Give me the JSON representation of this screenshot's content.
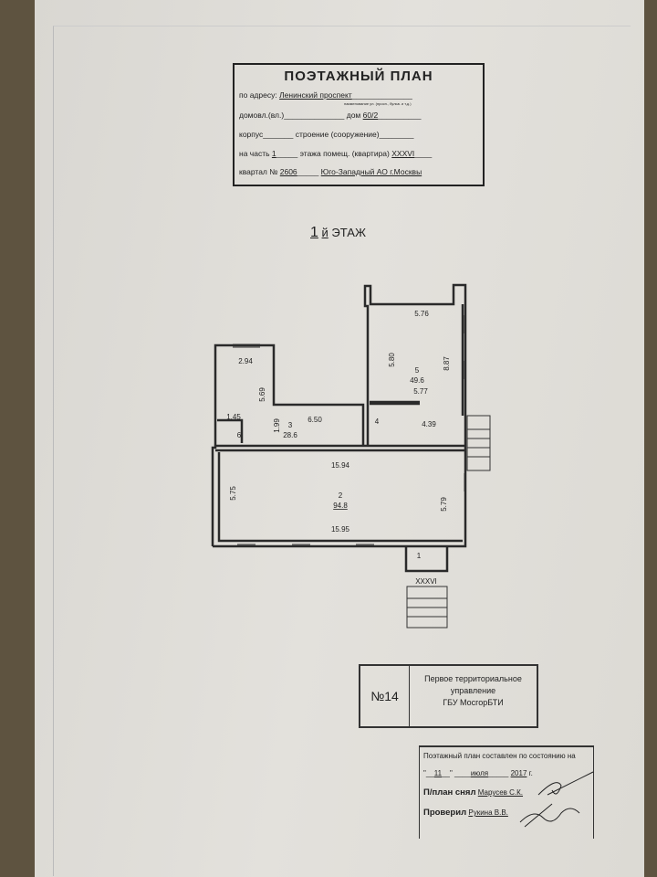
{
  "title_block": {
    "heading": "ПОЭТАЖНЫЙ ПЛАН",
    "address_label": "по адресу:",
    "address_value": "Ленинский проспект",
    "address_hint": "наименование ул. (просп., бульв. и т.д.)",
    "domovl_label": "домовл.(вл.)",
    "dom_label": "дом",
    "dom_value": "60/2",
    "korpus_label": "корпус",
    "stroenie_label": "строение (сооружение)",
    "part_label": "на часть",
    "part_value": "1",
    "premises_label": "этажа помещ. (квартира)",
    "premises_value": "XXXVI",
    "kvartal_label": "квартал №",
    "kvartal_value": "2606",
    "district": "Юго-Западный АО г.Москвы"
  },
  "floor": {
    "number": "1",
    "suffix": "й",
    "label": "ЭТАЖ"
  },
  "plan": {
    "rooms": [
      {
        "id": "2",
        "area": "94.8"
      },
      {
        "id": "3",
        "area": "28.6"
      },
      {
        "id": "5",
        "area": "49.6"
      },
      {
        "id": "4"
      },
      {
        "id": "6"
      },
      {
        "id": "1"
      }
    ],
    "dimensions": [
      "2.94",
      "5.69",
      "1.45",
      "1.99",
      "6.50",
      "5.76",
      "5.80",
      "8.87",
      "5.77",
      "4.39",
      "15.94",
      "5.75",
      "5.79",
      "15.95"
    ],
    "entrance_label": "XXXVI"
  },
  "stamp": {
    "number": "№14",
    "line1": "Первое территориальное",
    "line2": "управление",
    "line3": "ГБУ МосгорБТИ"
  },
  "certification": {
    "line1": "Поэтажный план составлен по состоянию на",
    "day": "11",
    "month": "июля",
    "year": "2017",
    "year_suffix": "г.",
    "drawn_label": "П/план снял",
    "drawn_by": "Марусев С.К.",
    "checked_label": "Проверил",
    "checked_by": "Рукина В.В."
  }
}
